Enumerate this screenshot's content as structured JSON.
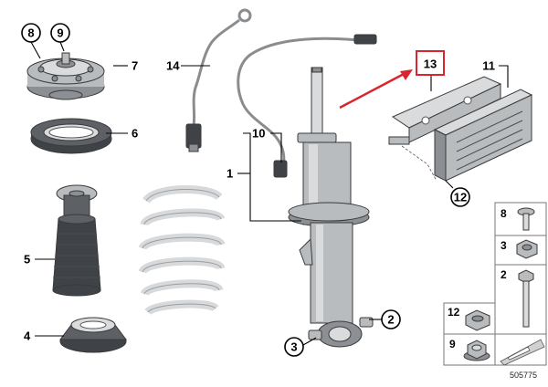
{
  "diagram": {
    "doc_number": "505775",
    "highlight_color": "#d9262c",
    "callouts": {
      "c1": "1",
      "c2": "2",
      "c3": "3",
      "c4": "4",
      "c5": "5",
      "c6": "6",
      "c7": "7",
      "c8": "8",
      "c9": "9",
      "c10": "10",
      "c11": "11",
      "c12": "12",
      "c13": "13",
      "c14": "14"
    },
    "hardware_panel": {
      "h8": "8",
      "h3": "3",
      "h2": "2",
      "h12": "12",
      "h9": "9"
    }
  }
}
